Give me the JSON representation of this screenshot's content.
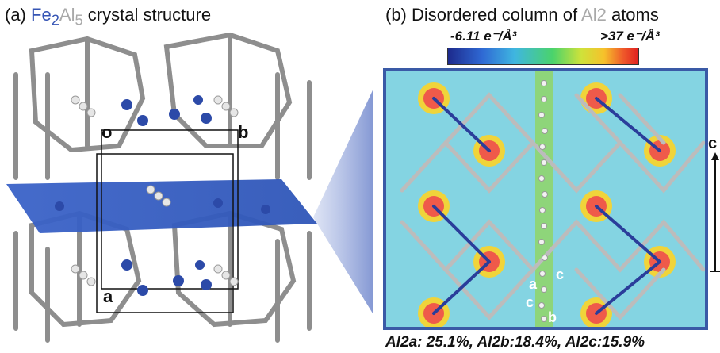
{
  "panel_a": {
    "label": "(a)",
    "fe": "Fe",
    "fe_sub": "2",
    "al": "Al",
    "al_sub": "5",
    "suffix": "crystal structure",
    "labels": {
      "o": "o",
      "b": "b",
      "a": "a"
    }
  },
  "panel_b": {
    "label": "(b)",
    "prefix": "Disordered column of",
    "highlight": "Al2",
    "suffix": "atoms",
    "colorbar": {
      "min": "-6.11 e⁻/Å³",
      "max": ">37 e⁻/Å³"
    },
    "site_labels": {
      "a": "a",
      "b": "b",
      "c": "c"
    },
    "axis_label": "c"
  },
  "caption": "Al2a: 25.1%, Al2b:18.4%, Al2c:15.9%",
  "colors": {
    "fe": "#3554b4",
    "al": "#a9a9a9",
    "frame": "#3a5aa6"
  }
}
